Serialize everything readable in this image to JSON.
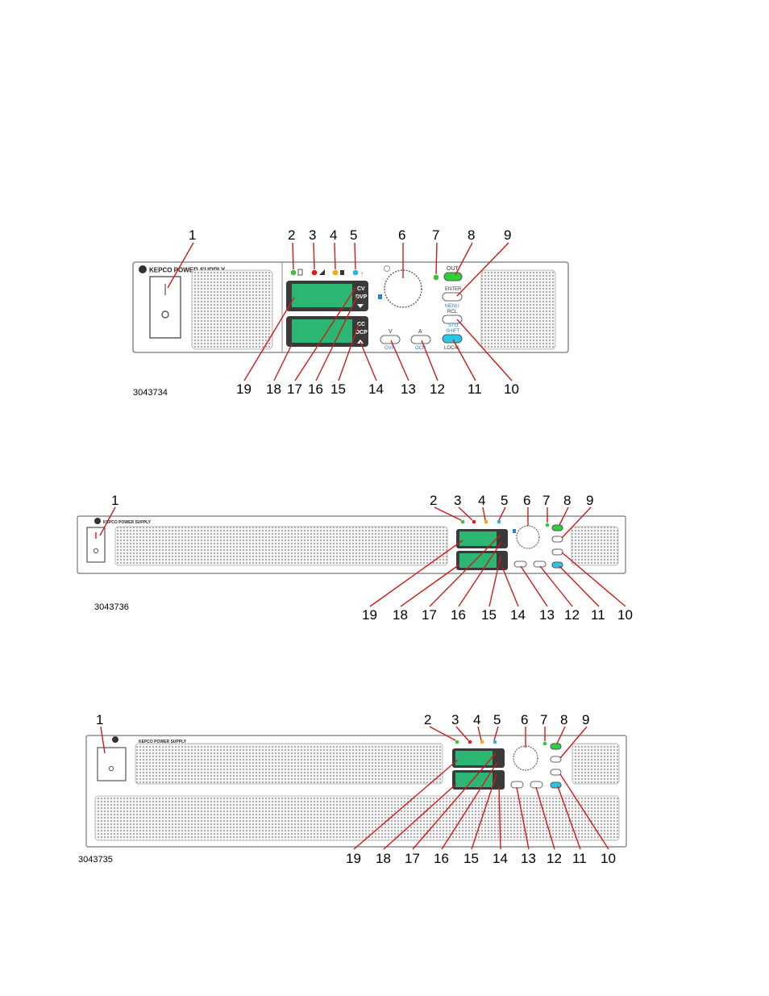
{
  "panels": [
    {
      "figure_number": "3043734",
      "brand": "KEPCO POWER SUPPLY",
      "callouts_top": [
        "1",
        "2",
        "3",
        "4",
        "5",
        "6",
        "7",
        "8",
        "9"
      ],
      "callouts_bottom": [
        "19",
        "18",
        "17",
        "16",
        "15",
        "14",
        "13",
        "12",
        "11",
        "10"
      ],
      "button_labels": {
        "out": "OUT",
        "enter": "ENTER",
        "menu": "MENU",
        "rcl": "RCL",
        "sto": "STO",
        "shift": "SHIFT",
        "local": "LOCAL",
        "v": "V",
        "a": "A",
        "ovp": "OVP",
        "ocp": "OCP",
        "cv": "CV",
        "dvp": "DVP",
        "cc": "CC",
        "dcp": "DCP"
      }
    },
    {
      "figure_number": "3043736",
      "brand": "KEPCO POWER SUPPLY",
      "callouts_top": [
        "1",
        "2",
        "3",
        "4",
        "5",
        "6",
        "7",
        "8",
        "9"
      ],
      "callouts_bottom": [
        "19",
        "18",
        "17",
        "16",
        "15",
        "14",
        "13",
        "12",
        "11",
        "10"
      ]
    },
    {
      "figure_number": "3043735",
      "brand": "KEPCO POWER SUPPLY",
      "callouts_top": [
        "1",
        "2",
        "3",
        "4",
        "5",
        "6",
        "7",
        "8",
        "9"
      ],
      "callouts_bottom": [
        "19",
        "18",
        "17",
        "16",
        "15",
        "14",
        "13",
        "12",
        "11",
        "10"
      ]
    }
  ],
  "colors": {
    "callout_line": "#d21a1a",
    "lcd": "#2bb673",
    "led_green": "#3cc13b",
    "led_red": "#e0191b",
    "led_yellow": "#f5a800",
    "led_cyan": "#2bb3e0",
    "button_green": "#2ed03a",
    "button_cyan": "#27c7e6"
  }
}
